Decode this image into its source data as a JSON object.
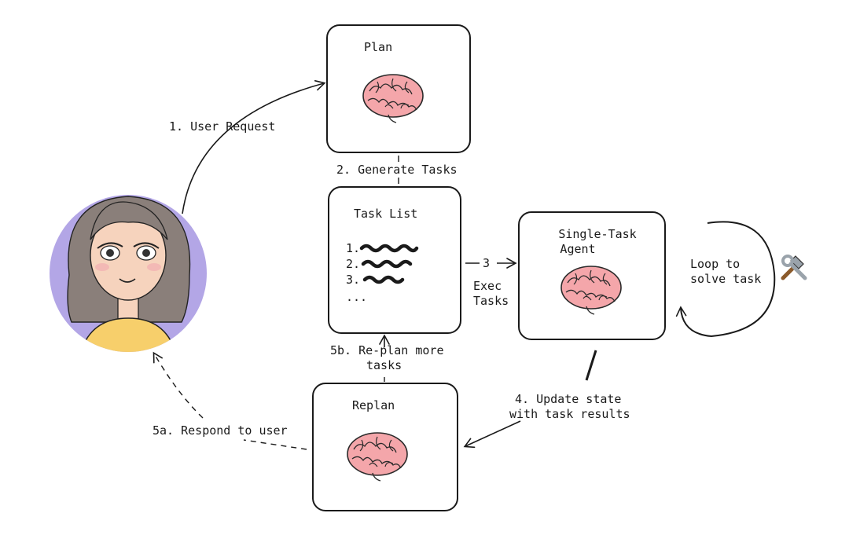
{
  "nodes": {
    "plan": {
      "title": "Plan"
    },
    "task_list": {
      "title": "Task List",
      "items": [
        "1.",
        "2.",
        "3.",
        "..."
      ]
    },
    "single_task_agent": {
      "title_line1": "Single-Task",
      "title_line2": "Agent"
    },
    "replan": {
      "title": "Replan"
    },
    "loop": {
      "line1": "Loop to",
      "line2": "solve task"
    }
  },
  "edges": {
    "user_request": "1. User Request",
    "generate_tasks": "2. Generate Tasks",
    "exec_number": "3",
    "exec_line1": "Exec",
    "exec_line2": "Tasks",
    "update_state_line1": "4. Update state",
    "update_state_line2": "with task results",
    "replan_more_line1": "5b. Re-plan more",
    "replan_more_line2": "tasks",
    "respond_user": "5a. Respond to user"
  },
  "colors": {
    "stroke": "#1a1a1a",
    "brain_fill": "#f4a6aa",
    "avatar_bg": "#b3a6e6",
    "hair": "#8a7f7a",
    "skin": "#f6d3bd",
    "shirt": "#f7cf6b"
  },
  "icons": {
    "tools": "hammer-wrench-icon",
    "brain": "brain-icon"
  }
}
